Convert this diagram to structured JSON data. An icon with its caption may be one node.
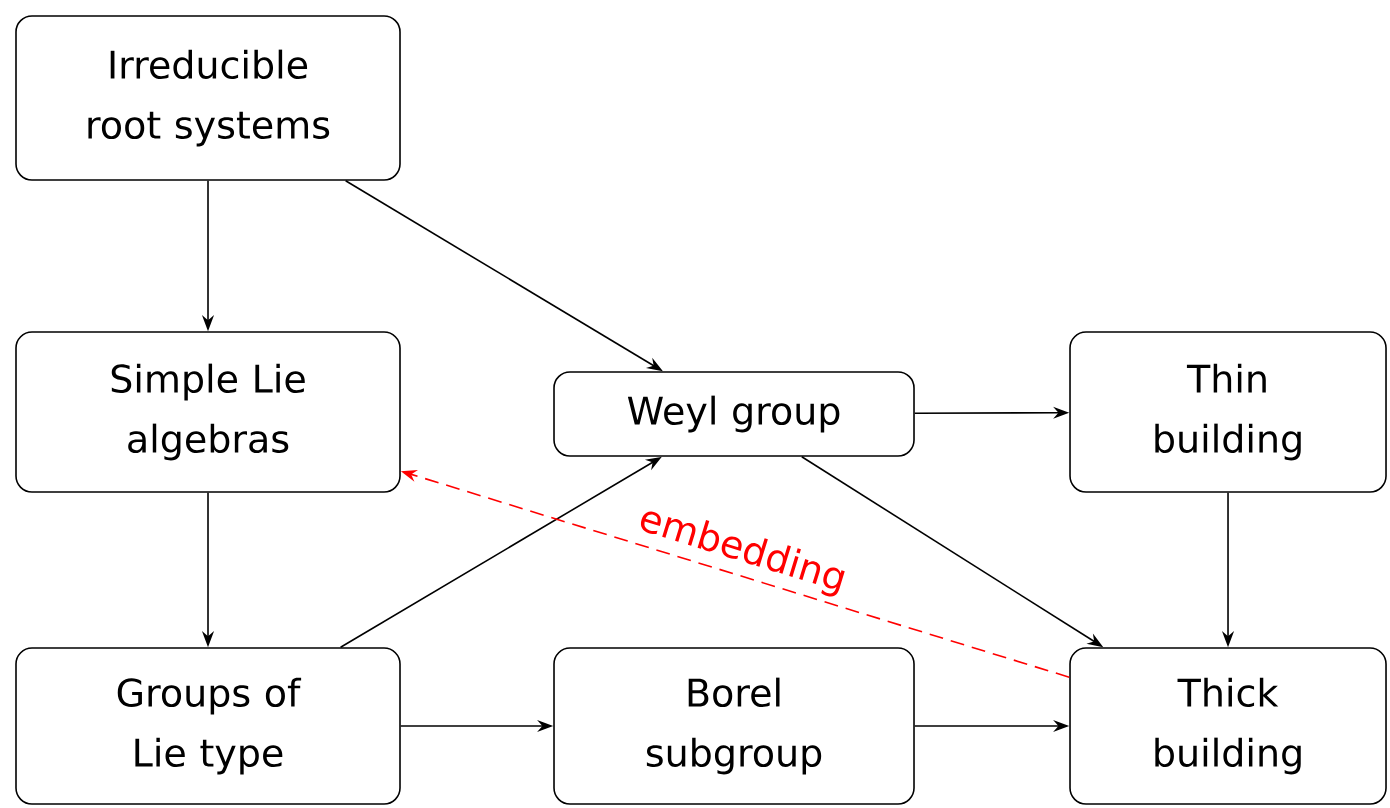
{
  "diagram": {
    "nodes": [
      {
        "text": [
          "Irreducible root systems"
        ]
      },
      {
        "text": [
          "Simple Lie algebras"
        ]
      },
      {
        "text": [
          "Weyl group"
        ]
      },
      {
        "text": [
          "Thin building"
        ]
      },
      {
        "text": [
          "Groups of Lie type"
        ]
      },
      {
        "text": [
          "Borel subgroup"
        ]
      },
      {
        "text": [
          "Thick building"
        ]
      }
    ],
    "edges": [
      {
        "from": 0,
        "to": 1,
        "arrow": "to"
      },
      {
        "from": 0,
        "to": 2,
        "arrow": "to"
      },
      {
        "from": 2,
        "to": 3,
        "arrow": "to"
      },
      {
        "from": 2,
        "to": 6,
        "arrow": "to"
      },
      {
        "from": 3,
        "to": 6,
        "arrow": "to"
      },
      {
        "from": 1,
        "to": 4,
        "arrow": "to"
      },
      {
        "from": 4,
        "to": 2,
        "arrow": "to"
      },
      {
        "from": 4,
        "to": 5,
        "arrow": "to"
      },
      {
        "from": 5,
        "to": 6,
        "arrow": "to"
      },
      {
        "from": 6,
        "to": 1,
        "arrow": "to",
        "label": "embedding",
        "style": "dashed",
        "color": "#ff0000"
      }
    ]
  }
}
